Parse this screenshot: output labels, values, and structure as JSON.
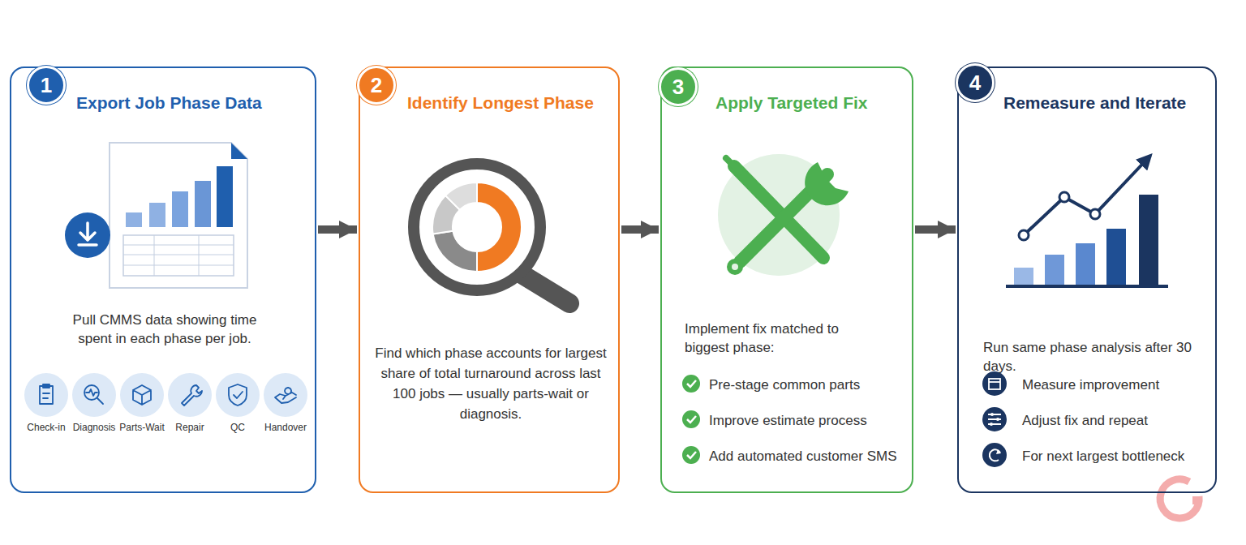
{
  "diagram": {
    "nodes": [
      {
        "text": [
          "Export Job Phase Data",
          "Pull CMMS data showing time spent in each phase per job."
        ]
      },
      {
        "text": [
          "1"
        ],
        "in": 0
      },
      {
        "text": [
          "Check-in"
        ],
        "in": 0
      },
      {
        "text": [
          "Diagnosis"
        ],
        "in": 0
      },
      {
        "text": [
          "Parts-Wait"
        ],
        "in": 0
      },
      {
        "text": [
          "Repair"
        ],
        "in": 0
      },
      {
        "text": [
          "QC"
        ],
        "in": 0
      },
      {
        "text": [
          "Handover"
        ],
        "in": 0
      },
      {
        "text": [
          "Identify Longest Phase",
          "Find which phase accounts for largest share of total turnaround across last 100 jobs — usually parts-wait or diagnosis."
        ]
      },
      {
        "text": [
          "2"
        ],
        "in": 8
      },
      {
        "text": [
          "Apply Targeted Fix",
          "Implement fix matched to biggest phase:",
          "Pre-stage common parts",
          "Improve estimate process",
          "Add automated customer SMS"
        ]
      },
      {
        "text": [
          "3"
        ],
        "in": 10
      },
      {
        "text": [
          "Remeasure and Iterate",
          "Run same phase analysis after 30 days.",
          "Measure improvement",
          "Adjust fix and repeat",
          "For next largest bottleneck"
        ]
      },
      {
        "text": [
          "4"
        ],
        "in": 12
      }
    ],
    "edges": [
      {
        "from": 0,
        "to": 8,
        "arrow": "to"
      },
      {
        "from": 8,
        "to": 10,
        "arrow": "to"
      },
      {
        "from": 10,
        "to": 12,
        "arrow": "to"
      }
    ]
  }
}
